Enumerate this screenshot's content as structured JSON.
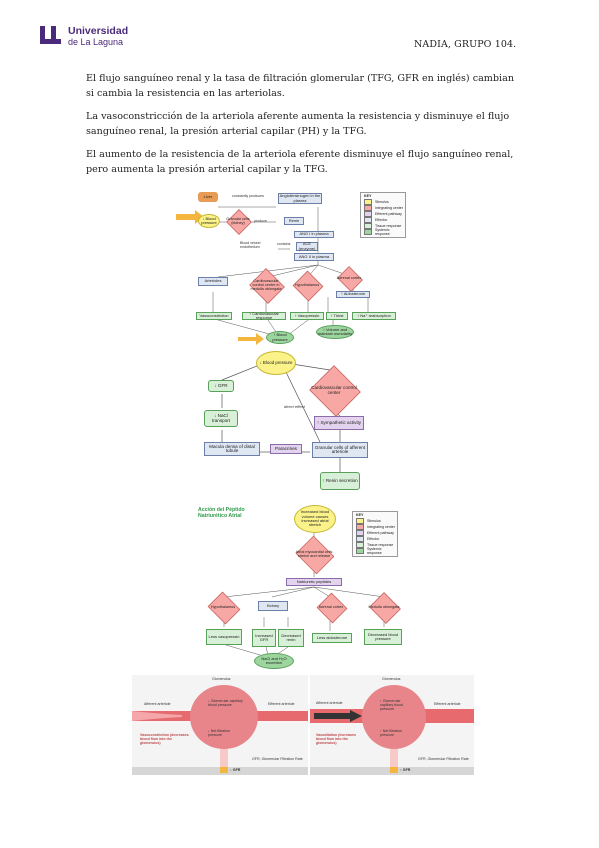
{
  "header": {
    "logo_line1": "Universidad",
    "logo_line2": "de La Laguna",
    "right_label": "NADIA, GRUPO 104."
  },
  "paragraphs": [
    "El flujo sanguíneo renal y la tasa de filtración glomerular (TFG, GFR en inglés) cambian si cambia la resistencia en las arteriolas.",
    "La vasoconstricción de la arteriola aferente aumenta la resistencia y disminuye el flujo sanguíneo renal, la presión arterial capilar (PH) y la TFG.",
    "El aumento de la resistencia de la arteriola eferente disminuye el flujo sanguíneo renal, pero aumenta la presión arterial capilar y la TFG."
  ],
  "fig1": {
    "liver": "Liver",
    "complexity": "constantly produces",
    "angiotensinogen": "Angiotensinogen in the plasma",
    "blood_pressure": "↓ Blood pressure",
    "granular": "Granular cells (kidney)",
    "produce": "produce",
    "renin": "Renin",
    "ang1": "ANG I in plasma",
    "vessel": "Blood vessel endothelium",
    "contains": "contains",
    "ace": "ACE (enzyme)",
    "ang2": "ANG II in plasma",
    "arterioles": "Arterioles",
    "cv_center": "Cardiovascular control center in medulla oblongata",
    "hypothalamus": "Hypothalamus",
    "adrenal": "Adrenal cortex",
    "aldosterone": "↑ Aldosterone",
    "vasoconstriction": "Vasoconstriction",
    "cv_response": "↑ Cardiovascular response",
    "vasopressin": "↑ Vasopressin",
    "thirst": "↑ Thirst",
    "na_reab": "↑ Na⁺ reabsorption",
    "volume": "↑ Volume and maintain osmolarity",
    "bp_up": "↑ Blood pressure",
    "key_title": "KEY",
    "key": [
      "Stimulus",
      "Integrating center",
      "Efferent pathway",
      "Effector",
      "Tissue response",
      "Systemic response"
    ]
  },
  "fig2": {
    "bp": "↓ Blood pressure",
    "gfr": "↓ GFR",
    "cv": "Cardiovascular control center",
    "nacl": "↓ NaCl transport",
    "direct": "direct effect",
    "symp": "↑ Sympathetic activity",
    "macula": "Macula densa of distal tubule",
    "paracrines": "Paracrines",
    "granular": "Granular cells of afferent arteriole",
    "renin": "↑ Renin secretion"
  },
  "fig3": {
    "title_line1": "Acción del Péptido",
    "title_line2": "Natriurético Atrial",
    "stimulus": "Increased blood volume causes increased atrial stretch",
    "atrial": "Atrial myocardial cells stretch and release",
    "peptides": "Natriuretic peptides",
    "hypothalamus": "Hypothalamus",
    "kidney": "Kidney",
    "adrenal": "Adrenal cortex",
    "medulla": "Medulla oblongata",
    "less_vaso": "Less vasopressin",
    "inc_gfr": "Increased GFR",
    "dec_renin": "Decreased renin",
    "less_aldo": "Less aldosterone",
    "dec_bp": "Decreased blood pressure",
    "nacl_h2o": "NaCl and H₂O excretion",
    "key_title": "KEY",
    "key": [
      "Stimulus",
      "Integrating center",
      "Efferent pathway",
      "Effector",
      "Tissue response",
      "Systemic response"
    ]
  },
  "fig4": {
    "left": {
      "glomerulus": "Glomerulus",
      "afferent": "Afferent arteriole",
      "efferent": "Efferent arteriole",
      "cap_pressure": "↓ Glomerular capillary blood pressure",
      "net": "↓ Net filtration pressure",
      "vaso": "Vasoconstriction (decreases blood flow into the glomerulus)",
      "gfr_abbr": "GFR, Glomerular Filtration Rate",
      "gfr": "↓ GFR"
    },
    "right": {
      "glomerulus": "Glomerulus",
      "afferent": "Afferent arteriole",
      "efferent": "Efferent arteriole",
      "cap_pressure": "↑ Glomerular capillary blood pressure",
      "net": "↑ Net filtration pressure",
      "vaso": "Vasodilation (increases blood flow into the glomerulus)",
      "gfr_abbr": "GFR, Glomerular Filtration Rate",
      "gfr": "↑ GFR"
    }
  }
}
